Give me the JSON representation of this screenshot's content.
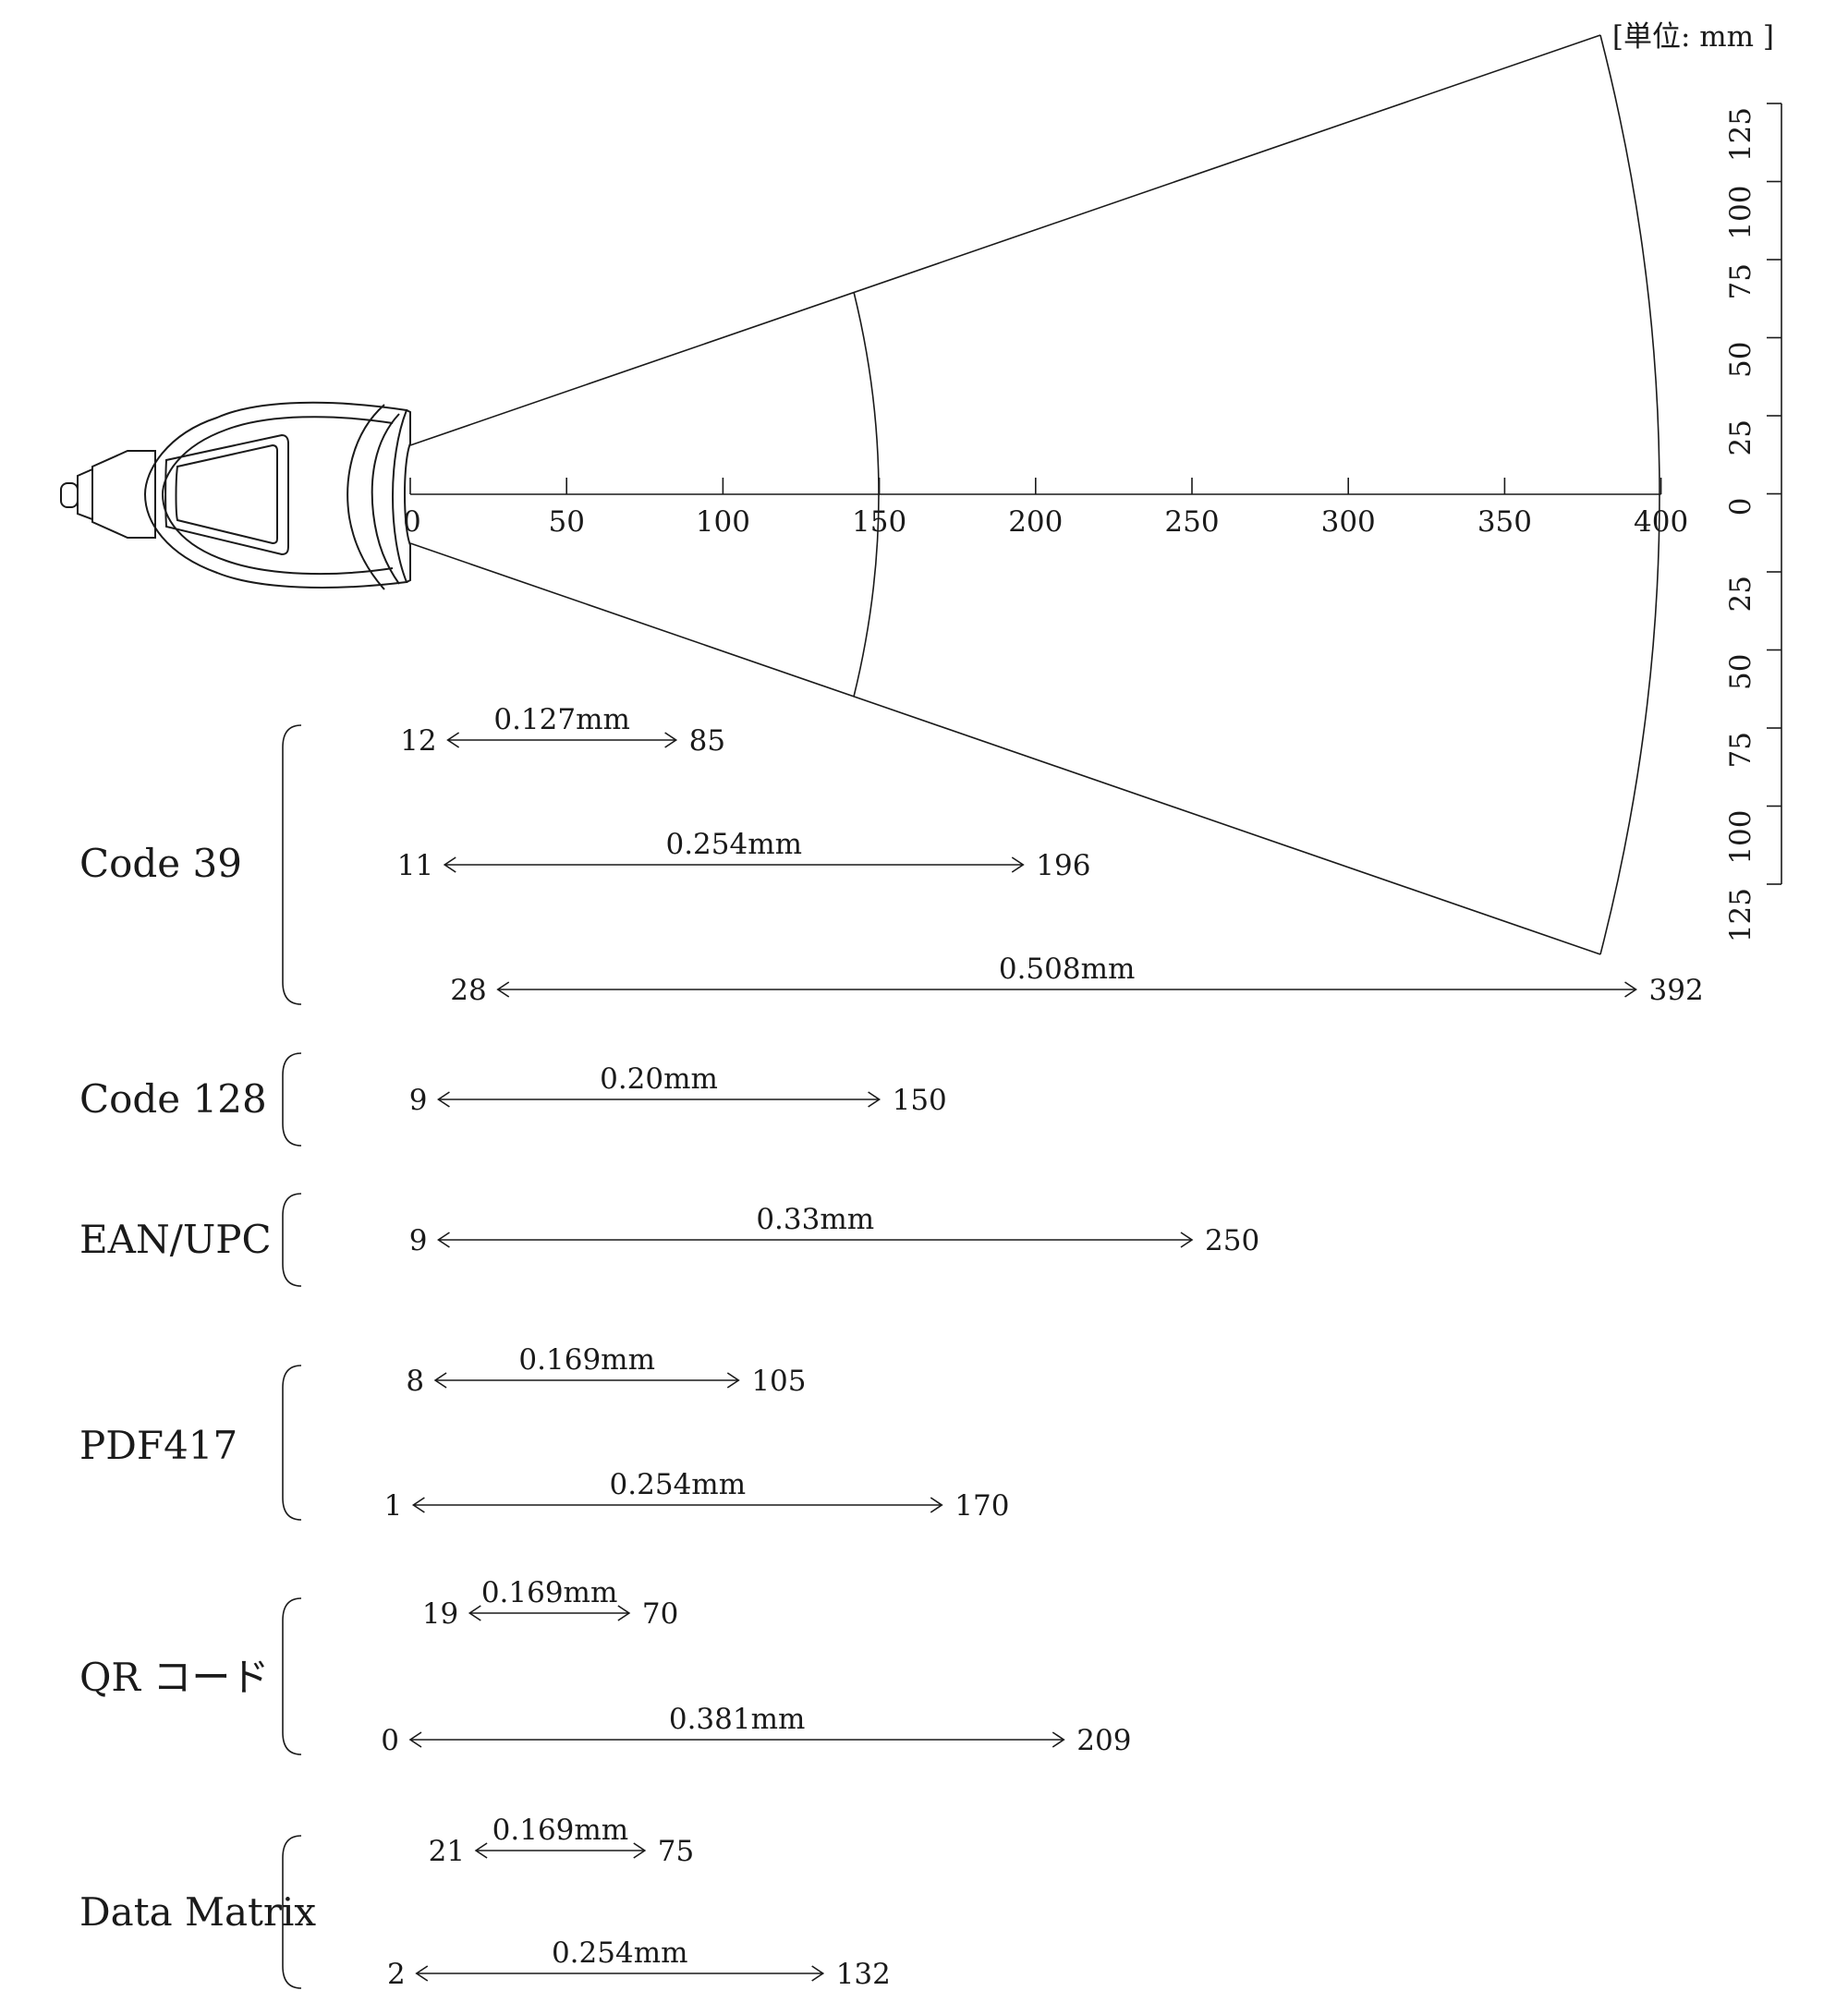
{
  "unit_label": "[単位: mm ]",
  "chart_data": {
    "type": "range-diagram",
    "x_axis": {
      "min": 0,
      "max": 400,
      "ticks": [
        "0",
        "50",
        "100",
        "150",
        "200",
        "250",
        "300",
        "350",
        "400"
      ]
    },
    "y_axis": {
      "min": -125,
      "max": 125,
      "ticks": [
        "125",
        "100",
        "75",
        "50",
        "25",
        "0",
        "25",
        "50",
        "75",
        "100",
        "125"
      ]
    },
    "symbologies": [
      {
        "name": "Code 39",
        "ranges": [
          {
            "resolution": "0.127mm",
            "min": 12,
            "max": 85
          },
          {
            "resolution": "0.254mm",
            "min": 11,
            "max": 196
          },
          {
            "resolution": "0.508mm",
            "min": 28,
            "max": 392
          }
        ]
      },
      {
        "name": "Code 128",
        "ranges": [
          {
            "resolution": "0.20mm",
            "min": 9,
            "max": 150
          }
        ]
      },
      {
        "name": "EAN/UPC",
        "ranges": [
          {
            "resolution": "0.33mm",
            "min": 9,
            "max": 250
          }
        ]
      },
      {
        "name": "PDF417",
        "ranges": [
          {
            "resolution": "0.169mm",
            "min": 8,
            "max": 105
          },
          {
            "resolution": "0.254mm",
            "min": 1,
            "max": 170
          }
        ]
      },
      {
        "name": "QR コード",
        "ranges": [
          {
            "resolution": "0.169mm",
            "min": 19,
            "max": 70
          },
          {
            "resolution": "0.381mm",
            "min": 0,
            "max": 209
          }
        ]
      },
      {
        "name": "Data Matrix",
        "ranges": [
          {
            "resolution": "0.169mm",
            "min": 21,
            "max": 75
          },
          {
            "resolution": "0.254mm",
            "min": 2,
            "max": 132
          }
        ]
      }
    ]
  }
}
